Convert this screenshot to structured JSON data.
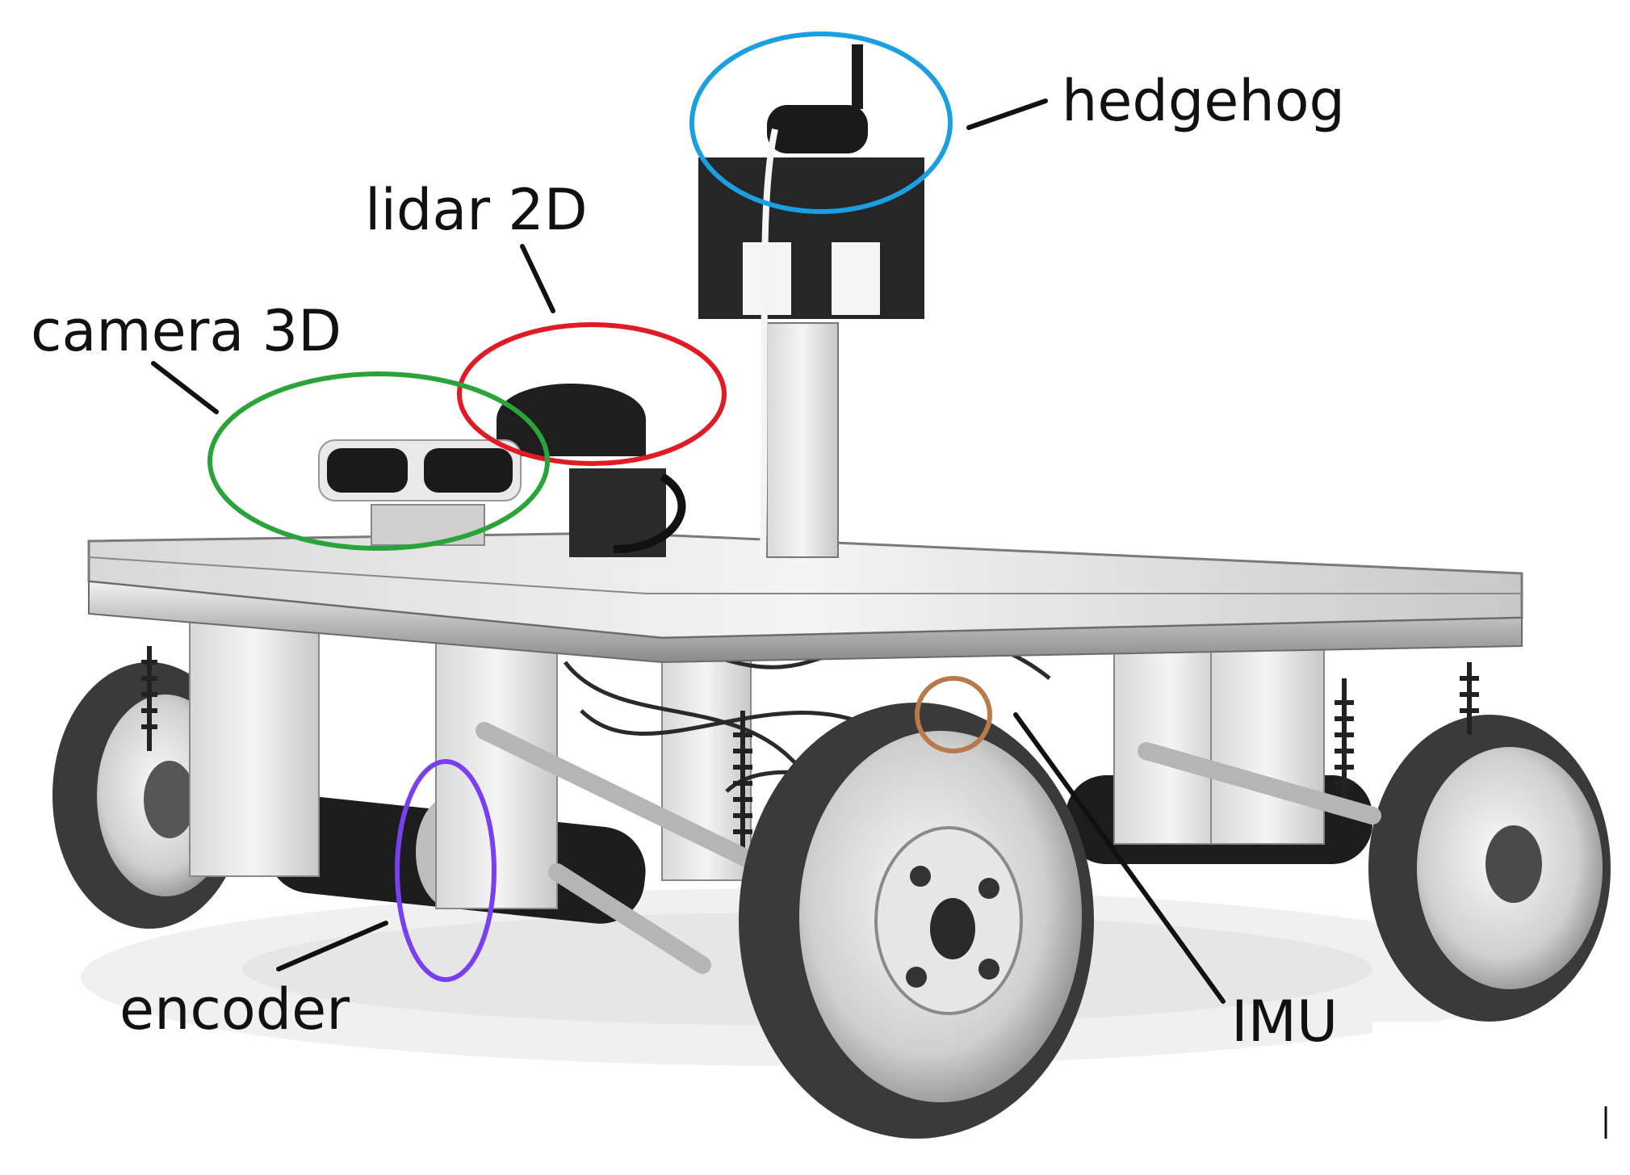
{
  "labels": {
    "hedgehog": "hedgehog",
    "lidar": "lidar 2D",
    "camera": "camera 3D",
    "encoder": "encoder",
    "imu": "IMU"
  },
  "colors": {
    "hedgehog_ring": "#1a9fe0",
    "lidar_ring": "#e01b24",
    "camera_ring": "#2aa33a",
    "encoder_ring": "#7a3ff0",
    "imu_ring": "#b87a4b",
    "leader_line": "#111111"
  }
}
